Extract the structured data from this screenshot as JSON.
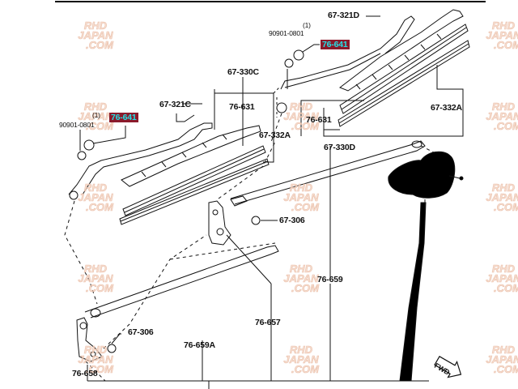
{
  "diagram": {
    "title": "Windshield wiper assembly exploded view",
    "colors": {
      "line": "#111111",
      "highlight_bg": "#8b1a2b",
      "highlight_text": "#22e0e6",
      "watermark": "#f3cdb8"
    },
    "part_labels": {
      "p67_321D": "67-321D",
      "p90901_top": "90901-0801",
      "p90901_top_qty": "(1)",
      "p76_641_top": "76-641",
      "p67_330C": "67-330C",
      "p67_321C": "67-321C",
      "p76_631_mid": "76-631",
      "p76_631_right": "76-631",
      "p67_332A_mid": "67-332A",
      "p67_332A_right": "67-332A",
      "p67_330D": "67-330D",
      "p90901_left": "90901-0801",
      "p90901_left_qty": "(1)",
      "p76_641_left": "76-641",
      "p67_306_mid": "67-306",
      "p76_659": "76-659",
      "p76_657": "76-657",
      "p76_659A": "76-659A",
      "p67_306_low": "67-306",
      "p76_658": "76-658"
    },
    "direction_arrow": "FWD",
    "watermark": {
      "line1": "RHD",
      "line2": "JAPAN",
      "line3": ".COM"
    }
  }
}
